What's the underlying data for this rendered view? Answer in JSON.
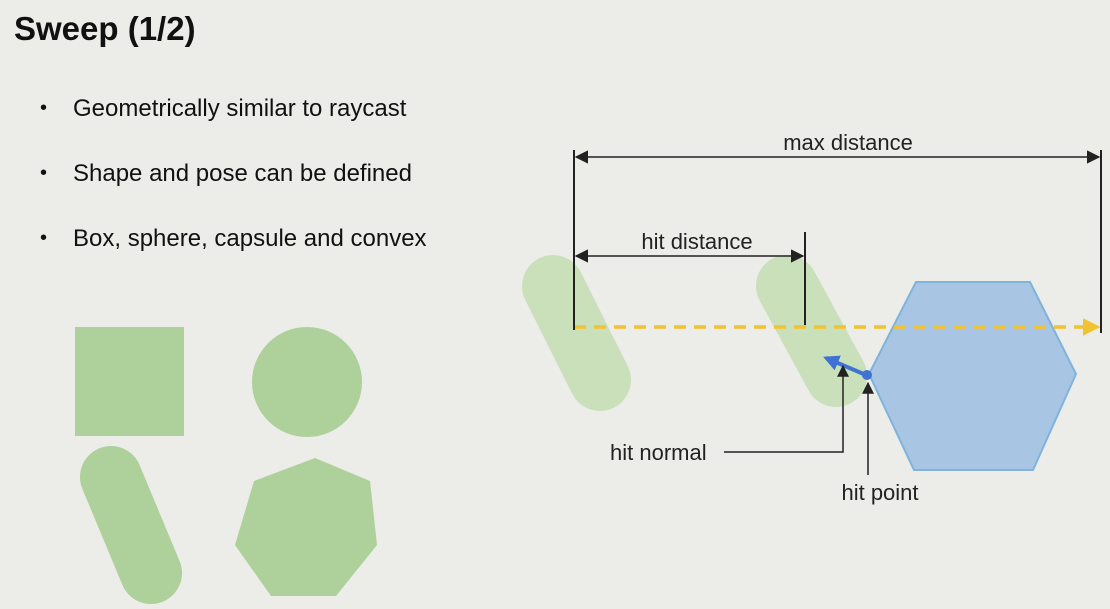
{
  "slide": {
    "title": "Sweep (1/2)",
    "bullets": [
      "Geometrically similar to raycast",
      "Shape and pose can be defined",
      "Box, sphere, capsule and convex"
    ]
  },
  "shapes": {
    "items": [
      "box",
      "sphere",
      "capsule",
      "convex"
    ],
    "shape_color": "#aed09a"
  },
  "diagram": {
    "labels": {
      "max_distance": "max distance",
      "hit_distance": "hit distance",
      "hit_normal": "hit normal",
      "hit_point": "hit point"
    },
    "colors": {
      "ray": "#f1c232",
      "swept_capsule": "#c9e0bb",
      "hexagon_fill": "#a8c6e4",
      "hexagon_stroke": "#7fb3dc",
      "normal_arrow": "#3f73d1",
      "dimension_line": "#222222"
    }
  }
}
